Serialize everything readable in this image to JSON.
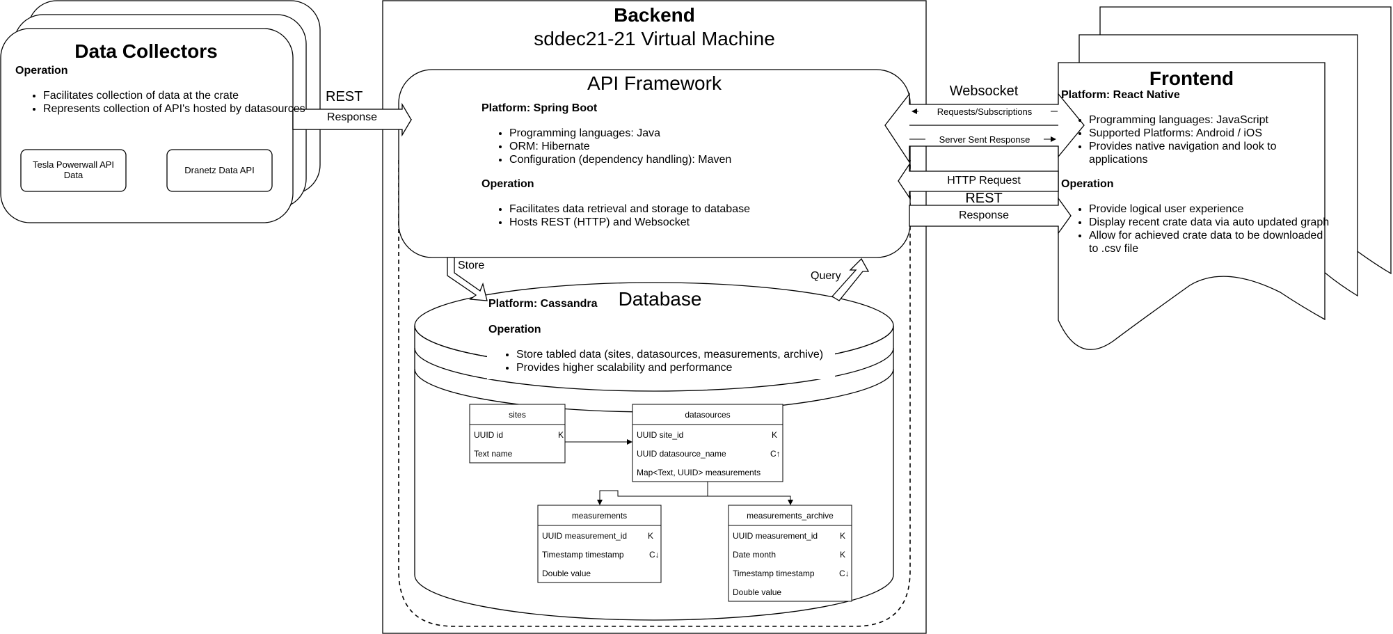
{
  "data_collectors": {
    "title": "Data Collectors",
    "operation_heading": "Operation",
    "operation_items": [
      "Facilitates collection of data at the crate",
      "Represents collection of API's hosted by datasources"
    ],
    "api_boxes": [
      "Tesla Powerwall API Data",
      "Dranetz Data API"
    ]
  },
  "rest_left": {
    "label": "REST",
    "response": "Response"
  },
  "backend": {
    "title": "Backend",
    "subtitle": "sddec21-21 Virtual Machine"
  },
  "api_framework": {
    "title": "API Framework",
    "platform": "Platform: Spring Boot",
    "platform_items": [
      "Programming languages: Java",
      "ORM: Hibernate",
      "Configuration (dependency handling): Maven"
    ],
    "operation_heading": "Operation",
    "operation_items": [
      "Facilitates data retrieval and storage to database",
      "Hosts REST (HTTP) and Websocket"
    ]
  },
  "flows": {
    "store": "Store",
    "query": "Query"
  },
  "database": {
    "title": "Database",
    "platform": "Platform: Cassandra",
    "operation_heading": "Operation",
    "operation_items": [
      "Store tabled data (sites, datasources, measurements, archive)",
      "Provides higher scalability and performance"
    ]
  },
  "tables": {
    "sites": {
      "name": "sites",
      "rows": [
        {
          "field": "UUID id",
          "key": "K"
        },
        {
          "field": "Text name",
          "key": ""
        }
      ]
    },
    "datasources": {
      "name": "datasources",
      "rows": [
        {
          "field": "UUID site_id",
          "key": "K"
        },
        {
          "field": "UUID datasource_name",
          "key": "C↑"
        },
        {
          "field": "Map<Text, UUID> measurements",
          "key": ""
        }
      ]
    },
    "measurements": {
      "name": "measurements",
      "rows": [
        {
          "field": "UUID measurement_id",
          "key": "K"
        },
        {
          "field": "Timestamp timestamp",
          "key": "C↓"
        },
        {
          "field": "Double value",
          "key": ""
        }
      ]
    },
    "measurements_archive": {
      "name": "measurements_archive",
      "rows": [
        {
          "field": "UUID measurement_id",
          "key": "K"
        },
        {
          "field": "Date month",
          "key": "K"
        },
        {
          "field": "Timestamp timestamp",
          "key": "C↓"
        },
        {
          "field": "Double value",
          "key": ""
        }
      ]
    }
  },
  "websocket": {
    "label": "Websocket",
    "requests": "Requests/Subscriptions",
    "server_sent": "Server Sent Response"
  },
  "http": {
    "request": "HTTP Request",
    "rest": "REST",
    "response": "Response"
  },
  "frontend": {
    "title": "Frontend",
    "platform": "Platform: React Native",
    "platform_items": [
      "Programming languages: JavaScript",
      "Supported Platforms: Android / iOS",
      "Provides native navigation and look to applications"
    ],
    "operation_heading": "Operation",
    "operation_items": [
      "Provide logical user experience",
      "Display recent crate data via auto updated graph",
      "Allow for achieved crate data to be downloaded to .csv file"
    ]
  }
}
